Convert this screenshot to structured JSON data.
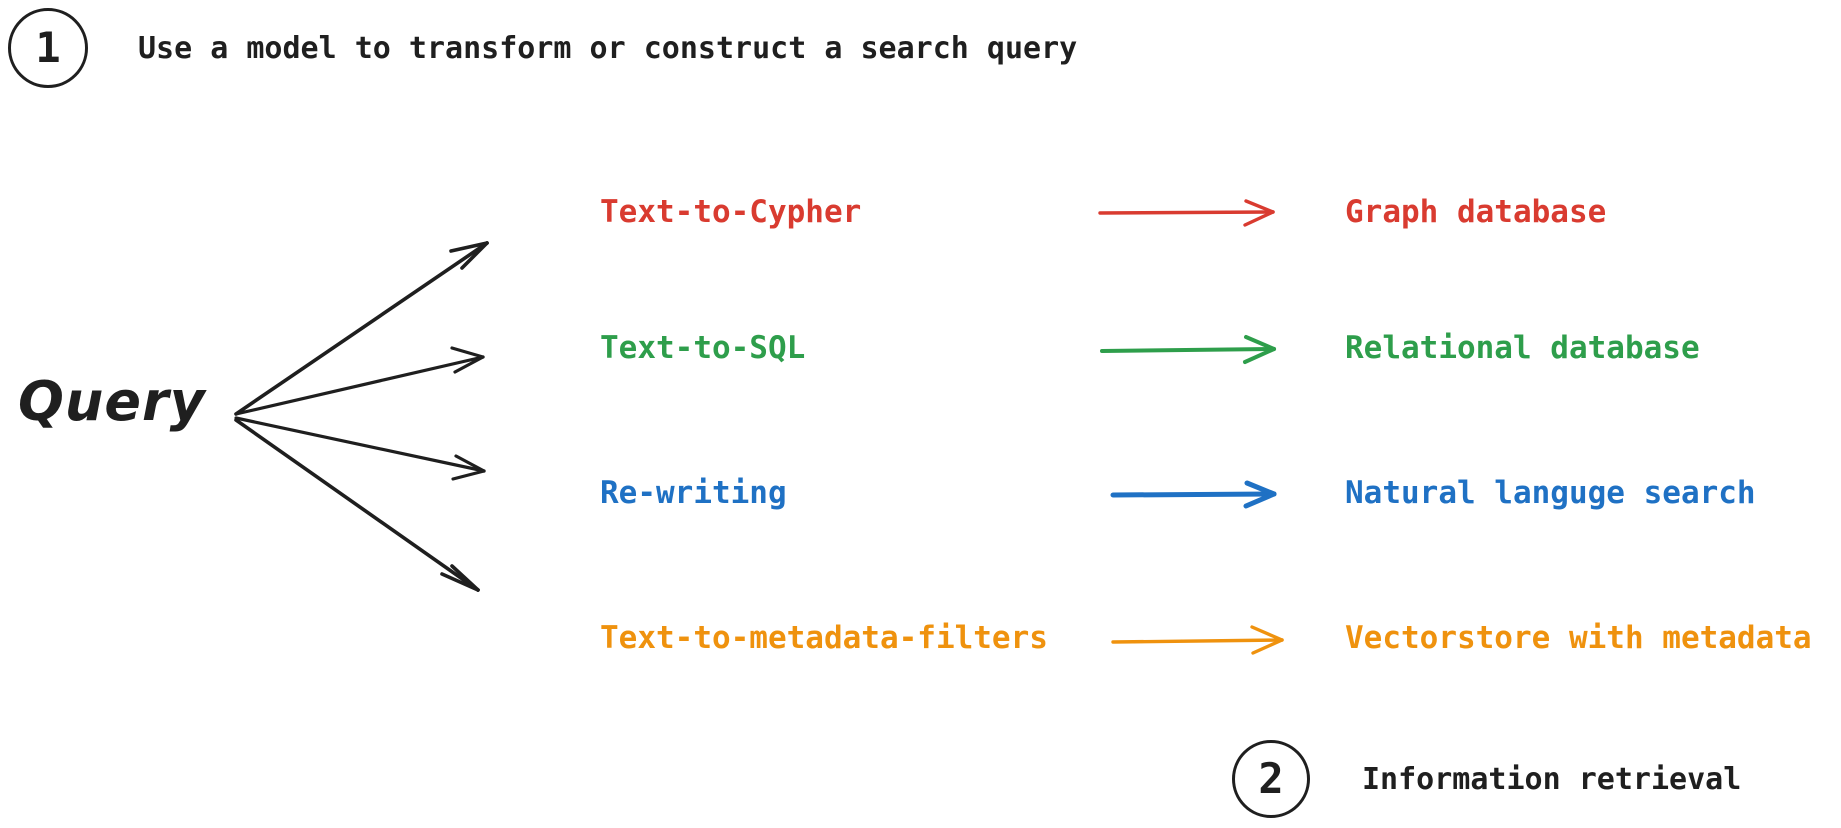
{
  "steps": [
    {
      "number": "1",
      "label": "Use a model to transform or construct a search query"
    },
    {
      "number": "2",
      "label": "Information retrieval"
    }
  ],
  "query_node": {
    "label": "Query"
  },
  "colors": {
    "ink": "#1f1f1f",
    "red": "#d93b30",
    "green": "#2e9e4b",
    "blue": "#1f71c4",
    "orange": "#ef920e"
  },
  "rows": [
    {
      "id": "cypher",
      "source": "Text-to-Cypher",
      "target": "Graph database",
      "color": "#d93b30"
    },
    {
      "id": "sql",
      "source": "Text-to-SQL",
      "target": "Relational database",
      "color": "#2e9e4b"
    },
    {
      "id": "rewrite",
      "source": "Re-writing",
      "target": "Natural languge search",
      "color": "#1f71c4"
    },
    {
      "id": "metadata",
      "source": "Text-to-metadata-filters",
      "target": "Vectorstore with metadata",
      "color": "#ef920e"
    }
  ]
}
